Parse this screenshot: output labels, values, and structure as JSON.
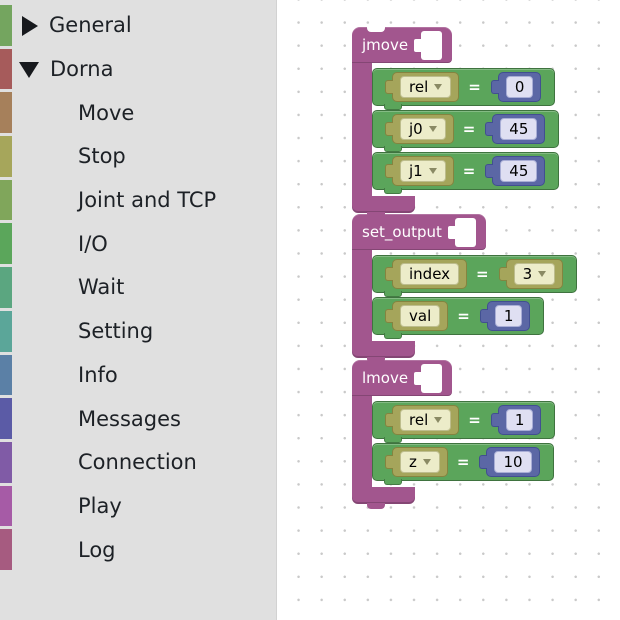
{
  "colors": {
    "sidebar_bg": "#e0e0e0",
    "canvas_dot": "#c9c9c9",
    "block_purple": "#a2568e",
    "block_green": "#5ba55b",
    "block_olive": "#a5a55b",
    "block_blue": "#5b67a5",
    "field_beige": "#ececc9",
    "field_lavender": "#dfdff2"
  },
  "sidebar": {
    "items": [
      {
        "label": "General",
        "stripe": "#74a55f",
        "arrow": "collapsed"
      },
      {
        "label": "Dorna",
        "stripe": "#a65b5b",
        "arrow": "expanded"
      },
      {
        "label": "Move",
        "stripe": "#a6805b"
      },
      {
        "label": "Stop",
        "stripe": "#a6a65b"
      },
      {
        "label": "Joint and TCP",
        "stripe": "#80a65b"
      },
      {
        "label": "I/O",
        "stripe": "#5ba65b"
      },
      {
        "label": "Wait",
        "stripe": "#5ba680"
      },
      {
        "label": "Setting",
        "stripe": "#5ba699"
      },
      {
        "label": "Info",
        "stripe": "#5b80a6"
      },
      {
        "label": "Messages",
        "stripe": "#5b5ba6"
      },
      {
        "label": "Connection",
        "stripe": "#805ba6"
      },
      {
        "label": "Play",
        "stripe": "#a65ba6"
      },
      {
        "label": "Log",
        "stripe": "#a65b80"
      }
    ]
  },
  "workspace": {
    "blocks": [
      {
        "name": "jmove",
        "rows": [
          {
            "param": "rel",
            "op": "=",
            "value": "0"
          },
          {
            "param": "j0",
            "op": "=",
            "value": "45"
          },
          {
            "param": "j1",
            "op": "=",
            "value": "45"
          }
        ]
      },
      {
        "name": "set_output",
        "rows": [
          {
            "param": "index",
            "op": "=",
            "value": "3"
          },
          {
            "param": "val",
            "op": "=",
            "value": "1"
          }
        ]
      },
      {
        "name": "lmove",
        "rows": [
          {
            "param": "rel",
            "op": "=",
            "value": "1"
          },
          {
            "param": "z",
            "op": "=",
            "value": "10"
          }
        ]
      }
    ]
  }
}
